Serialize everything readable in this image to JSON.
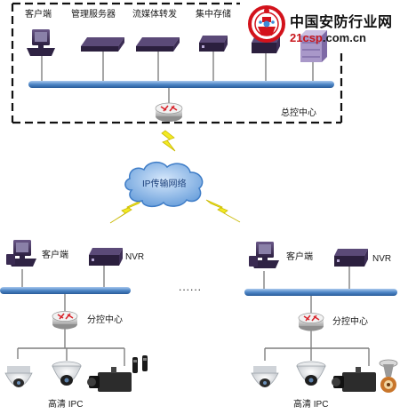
{
  "hq": {
    "client_label": "客户端",
    "mgmt_server_label": "管理服务器",
    "stream_forward_label": "流媒体转发",
    "central_storage_label": "集中存储",
    "center_label": "总控中心"
  },
  "network": {
    "label": "IP传输网络"
  },
  "branch_left": {
    "client_label": "客户端",
    "nvr_label": "NVR",
    "center_label": "分控中心",
    "ipc_label": "高清 IPC"
  },
  "branch_right": {
    "client_label": "客户端",
    "nvr_label": "NVR",
    "center_label": "分控中心",
    "ipc_label": "高清 IPC"
  },
  "ellipsis": "......",
  "watermark": {
    "site_name": "中国安防行业网",
    "url_brand": "21csp",
    "url_tld": ".com.cn"
  },
  "colors": {
    "bus": "#4e86c6",
    "device_dark": "#3b2a52",
    "bolt": "#f2ea23",
    "cloud": "#3f7dc7",
    "logo_red": "#d3121b"
  },
  "icons": [
    "desktop-pc-icon",
    "rack-server-icon",
    "network-switch-icon",
    "storage-array-icon",
    "router-icon",
    "cloud-icon",
    "lightning-bolt-icon",
    "dome-camera-icon",
    "box-camera-icon",
    "ir-beam-icon",
    "alarm-siren-icon"
  ]
}
